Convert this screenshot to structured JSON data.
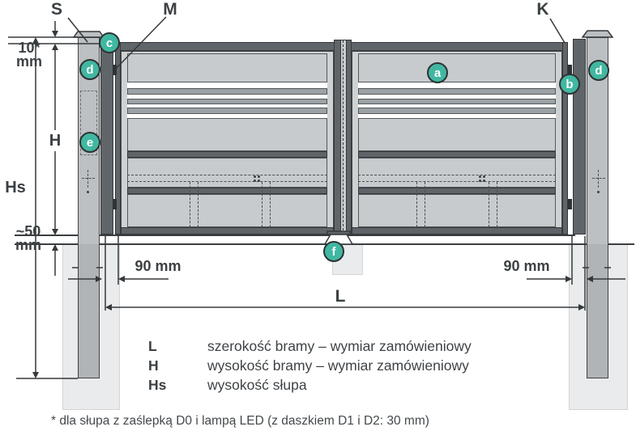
{
  "diagram_title": "gate-dimension-diagram",
  "colors": {
    "accent_badge": "#41b7a1",
    "line": "#35393c",
    "post": "#bdc0c2",
    "rail_dark": "#5f6468",
    "panel_light": "#c8cbcd",
    "slat_gray": "#9ba1a4",
    "foundation": "#e9ebec",
    "text": "#3b4043"
  },
  "part_labels": {
    "post_cap": "S",
    "hinge": "M",
    "gap": "K"
  },
  "badges": {
    "a": "a",
    "b": "b",
    "c": "c",
    "d": "d",
    "e": "e",
    "f": "f"
  },
  "dimensions": {
    "top_offset_value": "10*",
    "top_offset_unit": "mm",
    "gate_height": "H",
    "post_height": "Hs",
    "ground_clearance_value": "~50",
    "ground_clearance_unit": "mm",
    "side_gap_left": "90 mm",
    "side_gap_right": "90 mm",
    "gate_width": "L"
  },
  "legend": [
    {
      "key": "L",
      "desc": "szerokość bramy – wymiar zamówieniowy"
    },
    {
      "key": "H",
      "desc": "wysokość bramy – wymiar zamówieniowy"
    },
    {
      "key": "Hs",
      "desc": "wysokość słupa"
    }
  ],
  "footnote": "* dla słupa z zaślepką D0 i lampą LED (z daszkiem D1 i D2: 30 mm)"
}
